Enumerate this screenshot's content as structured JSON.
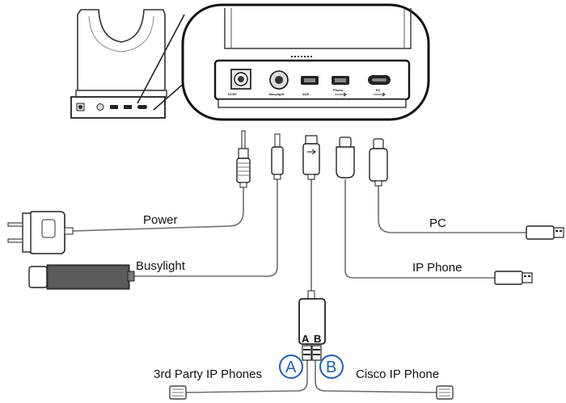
{
  "labels": {
    "power": "Power",
    "busylight": "Busylight",
    "pc": "PC",
    "ip_phone": "IP Phone",
    "third_party": "3rd Party IP Phones",
    "cisco": "Cisco IP Phone"
  },
  "splitter": {
    "port_a": "A",
    "port_b": "B"
  },
  "badges": {
    "a": "A",
    "b": "B"
  },
  "ports": {
    "dc": "DC5V",
    "busylight": "Busylight",
    "aux": "AUX",
    "phone": "Phone",
    "pc": "PC"
  },
  "colors": {
    "badge": "#1b5fb8",
    "line": "#6e6e6e",
    "device": "#2a2a2a"
  }
}
